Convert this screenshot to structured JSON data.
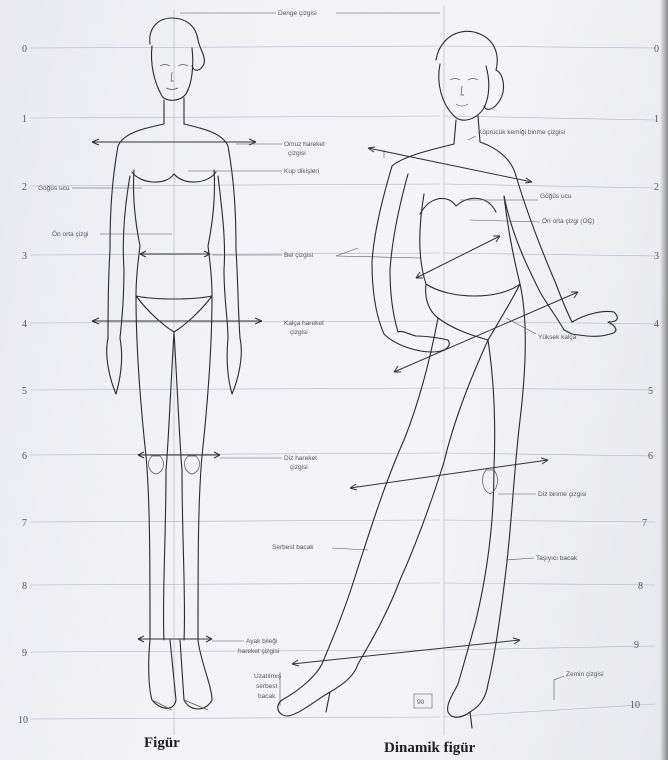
{
  "top_label": "Denge çizgisi",
  "scale_numbers": [
    "0",
    "1",
    "2",
    "3",
    "4",
    "5",
    "6",
    "7",
    "8",
    "9",
    "10"
  ],
  "labels": {
    "omuz": [
      "Omuz hareket",
      "çizgisi"
    ],
    "kup": "Kup dikişleri",
    "gogus_left": "Göğüs ucu",
    "on_orta_left": "Ön orta çizgi",
    "bel": "Bel çizgisi",
    "kalca": [
      "Kalça hareket",
      "çizgisi"
    ],
    "diz": [
      "Diz hareket",
      "çizgisi"
    ],
    "serbest": "Serbest bacak",
    "ayak": [
      "Ayak bileği",
      "hareket çizgisi"
    ],
    "uzatilmis": [
      "Uzatılmış",
      "serbest",
      "bacak"
    ],
    "kopru": "Köprücük kemiği binme çizgisi",
    "gogus_right": "Göğüs ucu",
    "on_orta_right": "Ön orta çizgi (OÇ)",
    "yuksek_kalca": "Yüksek kalça",
    "diz_binme": "Diz binme çizgisi",
    "tasiyici": "Taşıyıcı bacak",
    "zemin": "Zemin çizgisi",
    "page_number": "90"
  },
  "captions": {
    "left": "Figür",
    "right": "Dinamik figür"
  }
}
